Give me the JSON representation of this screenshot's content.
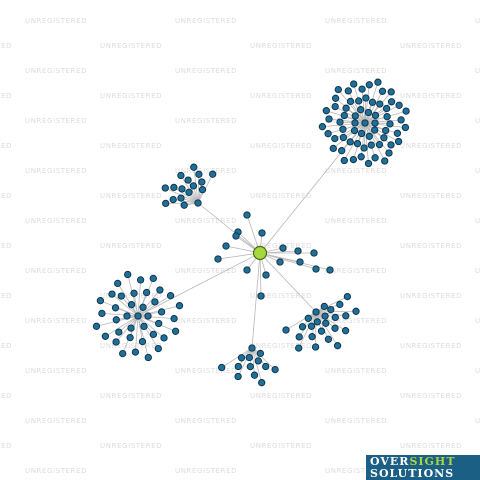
{
  "watermark": {
    "text": "UNREGISTERED"
  },
  "logo": {
    "word1a": "OVER",
    "word1b": "SIGHT",
    "word2": "SOLUTIONS"
  },
  "colors": {
    "center_node": "#a6d83e",
    "leaf_node": "#1f6f99",
    "edge": "#b8b8b8",
    "logo_bg": "#1b5f85"
  },
  "network": {
    "center_node_icon": "green-circle",
    "leaf_node_icon": "blue-circle",
    "hubs": [
      {
        "name": "hub-top-right",
        "leaf_count": 62
      },
      {
        "name": "hub-upper-left",
        "leaf_count": 16
      },
      {
        "name": "hub-left",
        "leaf_count": 38
      },
      {
        "name": "hub-bottom",
        "leaf_count": 12
      },
      {
        "name": "hub-bottom-right",
        "leaf_count": 23
      },
      {
        "name": "center-direct",
        "leaf_count": 16
      }
    ]
  }
}
